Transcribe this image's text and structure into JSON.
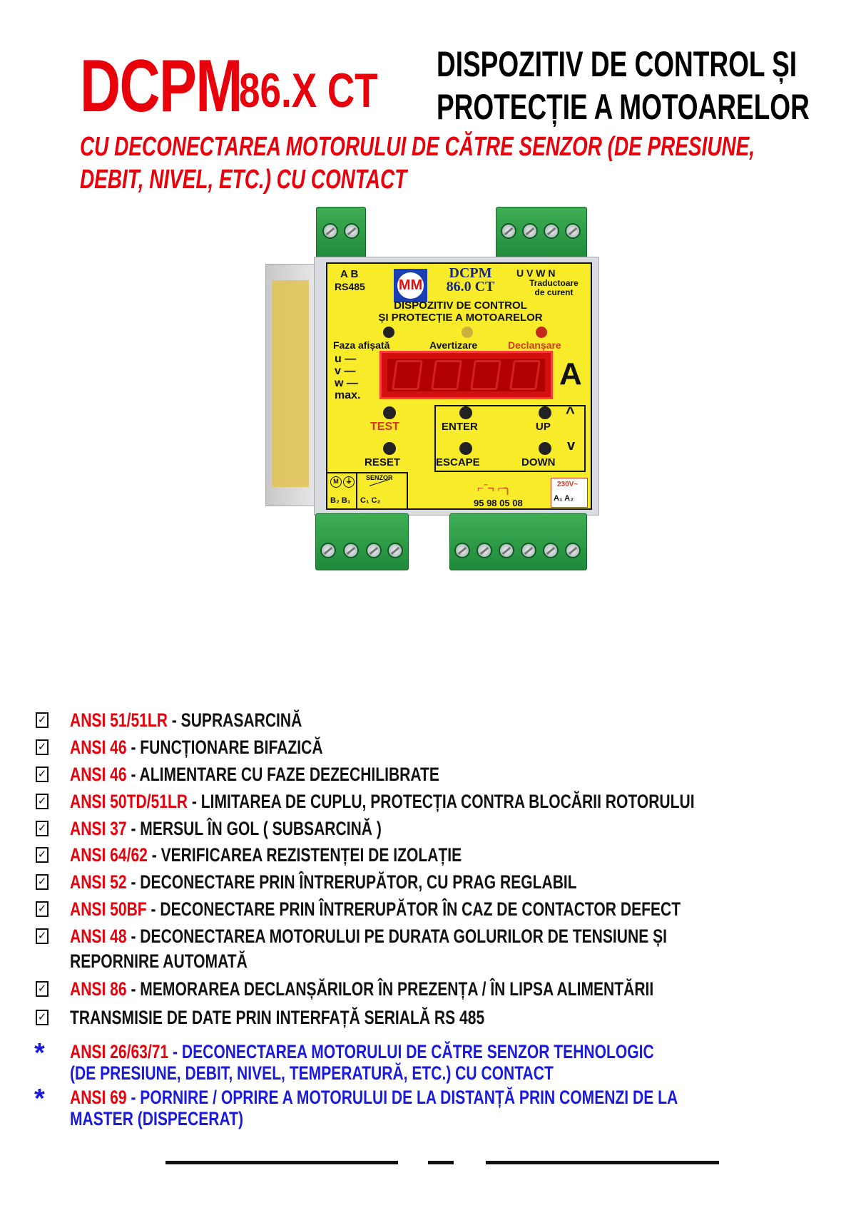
{
  "header": {
    "model_main": "DCPM",
    "model_sub": "86.X CT",
    "title_line1": "DISPOZITIV DE CONTROL ȘI",
    "title_line2": "PROTECȚIE A MOTOARELOR",
    "subtitle_line1": "CU DECONECTAREA MOTORULUI DE CĂTRE SENZOR (DE PRESIUNE,",
    "subtitle_line2": "DEBIT, NIVEL, ETC.) CU CONTACT"
  },
  "device": {
    "ab": "A   B",
    "rs485": "RS485",
    "logo": "MM",
    "model_line1": "DCPM",
    "model_line2": "86.0 CT",
    "uvwn": "U  V  W  N",
    "transducers_line1": "Traductoare",
    "transducers_line2": "de curent",
    "face_title_line1": "DISPOZITIV DE CONTROL",
    "face_title_line2": "ȘI PROTECȚIE A MOTOARELOR",
    "led_phase": "Faza afișată",
    "led_warning": "Avertizare",
    "led_trip": "Declanșare",
    "phase_u": "u —",
    "phase_v": "v —",
    "phase_w": "w —",
    "phase_max": "max.",
    "unit": "A",
    "btn_test": "TEST",
    "btn_enter": "ENTER",
    "btn_up": "UP",
    "btn_reset": "RESET",
    "btn_escape": "ESCAPE",
    "btn_down": "DOWN",
    "arrow_up": "^",
    "arrow_down": "v",
    "motor_symbol": "M",
    "sensor": "SENZOR",
    "b_terms": "B₂  B₁",
    "c_terms": "C₁  C₂",
    "relay_terms": "95  98  05  08",
    "supply": "230V~",
    "a_terms": "A₁  A₂",
    "colors": {
      "face": "#f7eb2a",
      "display": "#d40f0f",
      "terminal": "#2e9c47"
    }
  },
  "features": [
    {
      "code": "ANSI 51/51LR",
      "desc": " - SUPRASARCINĂ"
    },
    {
      "code": "ANSI 46",
      "desc": " - FUNCȚIONARE  BIFAZICĂ"
    },
    {
      "code": "ANSI 46",
      "desc": " - ALIMENTARE CU FAZE DEZECHILIBRATE"
    },
    {
      "code": "ANSI 50TD/51LR",
      "desc": " - LIMITAREA DE CUPLU, PROTECȚIA CONTRA BLOCĂRII ROTORULUI"
    },
    {
      "code": "ANSI 37",
      "desc": " - MERSUL ÎN GOL ( SUBSARCINĂ )"
    },
    {
      "code": "ANSI 64/62",
      "desc": " - VERIFICAREA REZISTENȚEI DE IZOLAȚIE"
    },
    {
      "code": "ANSI 52",
      "desc": " - DECONECTARE PRIN ÎNTRERUPĂTOR, CU PRAG REGLABIL"
    },
    {
      "code": "ANSI 50BF",
      "desc": "  - DECONECTARE PRIN ÎNTRERUPĂTOR ÎN CAZ DE CONTACTOR DEFECT"
    },
    {
      "code": "ANSI 48",
      "desc": " - DECONECTAREA MOTORULUI PE DURATA GOLURILOR DE TENSIUNE ȘI",
      "desc2": "REPORNIRE AUTOMATĂ"
    },
    {
      "code": "ANSI 86",
      "desc": " - MEMORAREA DECLANȘĂRILOR ÎN PREZENȚA / ÎN LIPSA ALIMENTĂRII"
    },
    {
      "code": "",
      "desc": "TRANSMISIE DE DATE PRIN INTERFAȚĂ SERIALĂ RS 485"
    }
  ],
  "extra_features": [
    {
      "code": "ANSI 26/63/71",
      "desc": " - DECONECTAREA MOTORULUI DE CĂTRE SENZOR TEHNOLOGIC",
      "desc2": "(DE PRESIUNE, DEBIT, NIVEL, TEMPERATURĂ, ETC.) CU CONTACT"
    },
    {
      "code": "ANSI 69",
      "desc": " - PORNIRE / OPRIRE A MOTORULUI DE LA DISTANȚĂ PRIN COMENZI DE LA",
      "desc2": "MASTER (DISPECERAT)"
    }
  ],
  "colors": {
    "red": "#e8000b",
    "blue": "#1a1adc"
  }
}
